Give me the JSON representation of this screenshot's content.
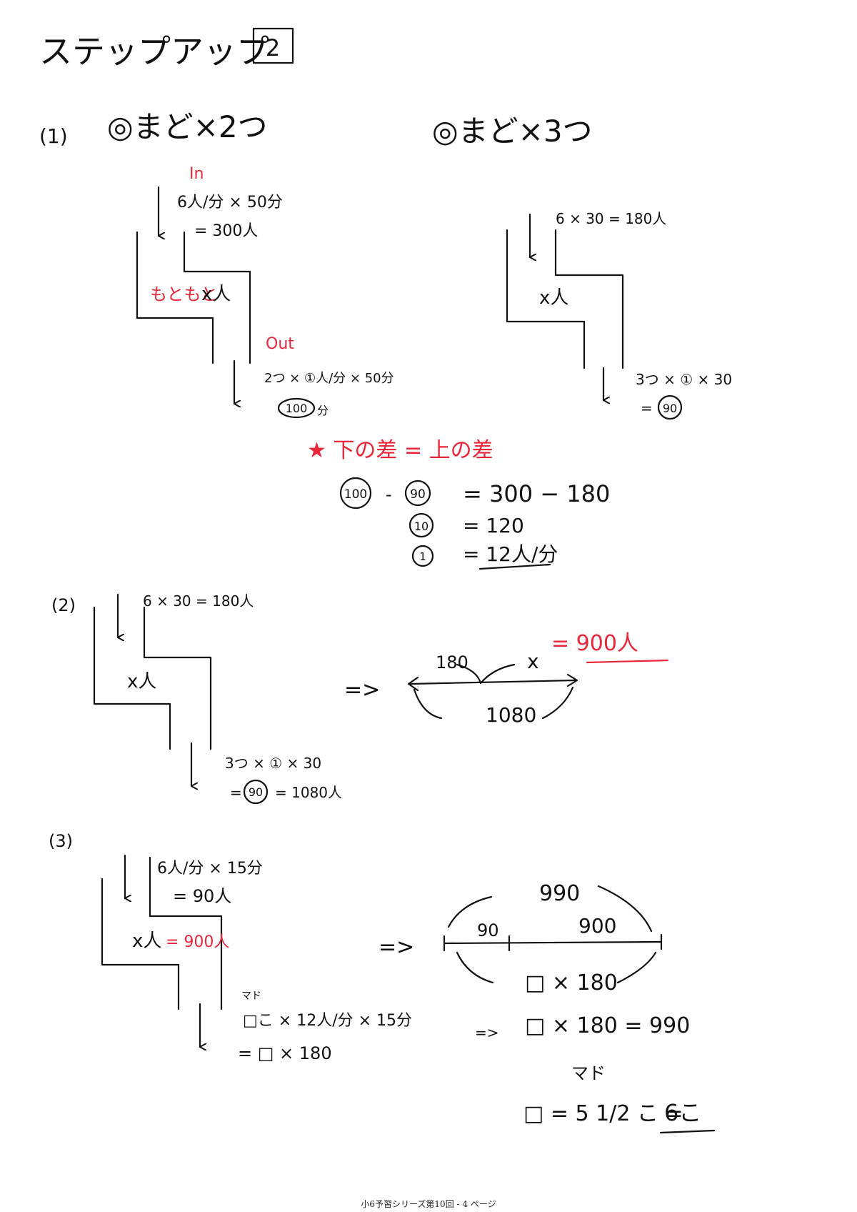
{
  "title": "ステップアップ",
  "title_box": "2",
  "p1": {
    "label": "(1)",
    "cond_a": "◎まど×2つ",
    "cond_b": "◎まど×3つ",
    "in_label": "In",
    "in_calc_1": "6人/分 × 50分",
    "in_calc_2": "= 300人",
    "motomoto": "もともと",
    "x_people": "x人",
    "out_label": "Out",
    "out_calc_1": "2つ × ①人/分 × 50分",
    "out_calc_circle": "100",
    "out_calc_unit": "分",
    "right_in_calc": "6 × 30 = 180人",
    "right_x_people": "x人",
    "right_out_calc_1": "3つ × ① × 30",
    "right_out_eq": "=",
    "right_out_circle": "90",
    "star_note": "★ 下の差 = 上の差",
    "eq1_left_a": "100",
    "eq1_minus": "-",
    "eq1_left_b": "90",
    "eq1_right": "= 300 − 180",
    "eq2_left": "10",
    "eq2_right": "= 120",
    "eq3_left": "1",
    "eq3_right": "= 12人/分"
  },
  "p2": {
    "label": "(2)",
    "in_calc": "6 × 30 = 180人",
    "x_people": "x人",
    "out_calc_1": "3つ × ① × 30",
    "out_eq": "=",
    "out_circle": "90",
    "out_result": "= 1080人",
    "implies": "=>",
    "seg_a": "180",
    "seg_x": "x",
    "answer": "= 900人",
    "total": "1080"
  },
  "p3": {
    "label": "(3)",
    "in_calc_1": "6人/分 × 15分",
    "in_calc_2": "= 90人",
    "x_people": "x人",
    "x_value": "= 900人",
    "mado": "マド",
    "out_calc_1": "□こ × 12人/分 × 15分",
    "out_calc_2": "= □ × 180",
    "implies": "=>",
    "top_total": "990",
    "seg_a": "90",
    "seg_b": "900",
    "bottom": "□ × 180",
    "implies2": "=>",
    "eq": "□ × 180 = 990",
    "mado2": "マド",
    "result": "□ = 5 1/2 こ =",
    "answer": "6こ"
  },
  "footer": "小6予習シリーズ第10回 - 4 ページ"
}
